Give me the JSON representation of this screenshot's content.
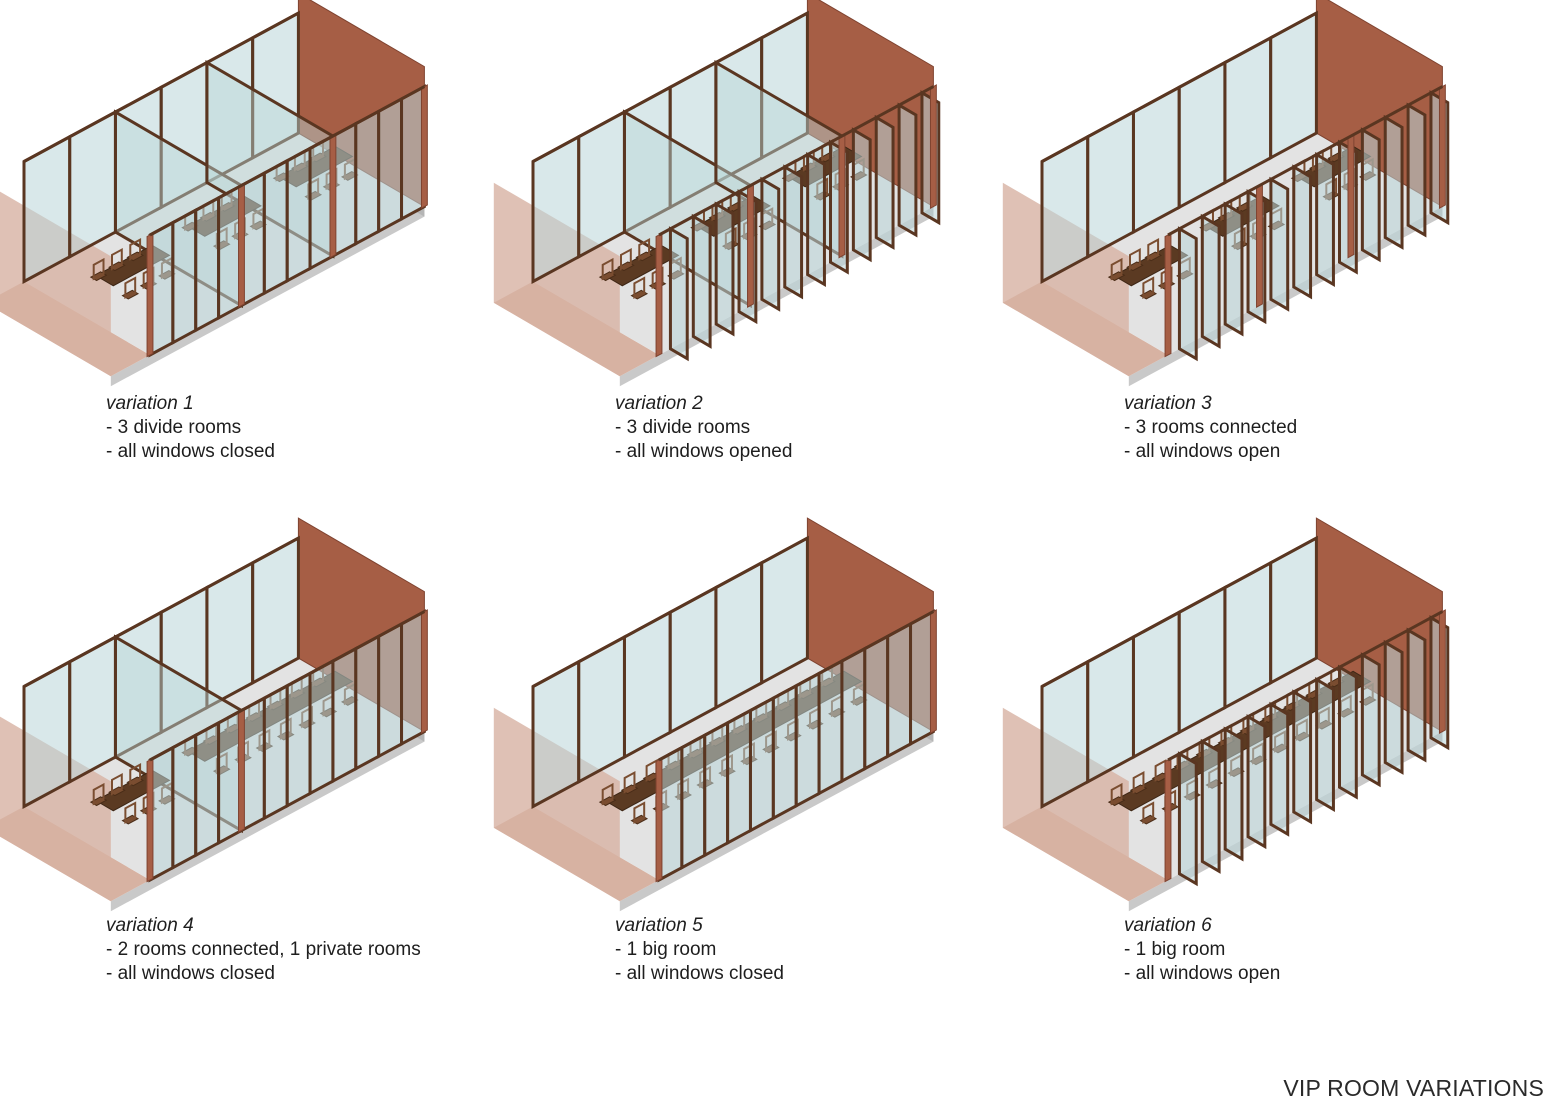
{
  "page_title": "VIP ROOM VARIATIONS",
  "colors": {
    "brick": "#a65e45",
    "brick_dark": "#7f4330",
    "frame": "#5a3621",
    "glass": "#b9d6d8",
    "floor": "#e3e3e3",
    "slab": "#c9c9c9",
    "terrace": "#d7b2a2",
    "table": "#5b3a22",
    "chair": "#7a4d30"
  },
  "variations": [
    {
      "title": "variation 1",
      "lines": [
        "- 3 divide rooms",
        "- all windows closed"
      ],
      "config": {
        "rooms": [
          1,
          1,
          1
        ],
        "open": false
      }
    },
    {
      "title": "variation 2",
      "lines": [
        "- 3 divide rooms",
        "- all windows opened"
      ],
      "config": {
        "rooms": [
          1,
          1,
          1
        ],
        "open": true
      }
    },
    {
      "title": "variation 3",
      "lines": [
        "- 3 rooms connected",
        "- all windows open"
      ],
      "config": {
        "rooms": [
          1,
          1,
          1
        ],
        "open": true,
        "connected": true
      }
    },
    {
      "title": "variation 4",
      "lines": [
        "- 2 rooms connected, 1 private rooms",
        "- all windows closed"
      ],
      "config": {
        "rooms": [
          1,
          2
        ],
        "open": false
      }
    },
    {
      "title": "variation 5",
      "lines": [
        "- 1 big room",
        "- all windows closed"
      ],
      "config": {
        "rooms": [
          3
        ],
        "open": false
      }
    },
    {
      "title": "variation 6",
      "lines": [
        "- 1 big room",
        "- all windows open"
      ],
      "config": {
        "rooms": [
          3
        ],
        "open": true
      }
    }
  ]
}
